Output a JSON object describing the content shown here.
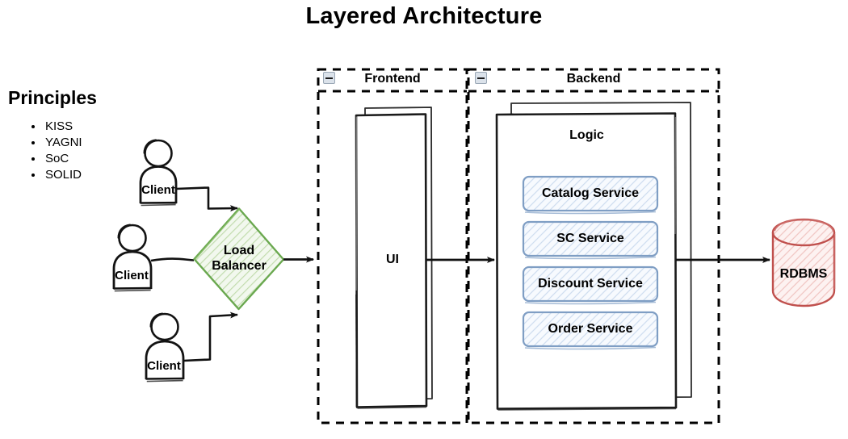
{
  "diagram": {
    "title": "Layered Architecture",
    "type": "architecture-diagram"
  },
  "principles": {
    "heading": "Principles",
    "items": [
      "KISS",
      "YAGNI",
      "SoC",
      "SOLID"
    ]
  },
  "actors": [
    {
      "label": "Client",
      "id": "client-top"
    },
    {
      "label": "Client",
      "id": "client-middle"
    },
    {
      "label": "Client",
      "id": "client-bottom"
    }
  ],
  "load_balancer": {
    "label_line1": "Load",
    "label_line2": "Balancer",
    "shape": "diamond",
    "stroke": "#6aa84f",
    "fill": "#eef7e9"
  },
  "containers": [
    {
      "id": "frontend",
      "title": "Frontend",
      "collapse_icon": "collapse-minus-icon",
      "nodes": [
        {
          "label": "UI",
          "shape": "stacked-rectangle"
        }
      ]
    },
    {
      "id": "backend",
      "title": "Backend",
      "collapse_icon": "collapse-minus-icon",
      "nodes": [
        {
          "label": "Logic",
          "shape": "stacked-rectangle",
          "services": [
            "Catalog Service",
            "SC Service",
            "Discount Service",
            "Order Service"
          ]
        }
      ]
    }
  ],
  "database": {
    "label": "RDBMS",
    "shape": "cylinder",
    "stroke": "#c0504d",
    "fill": "#fbe7e6"
  },
  "colors": {
    "service_stroke": "#7f9ec4",
    "service_fill": "#eef3fb",
    "container_stroke": "#000000",
    "node_stroke": "#1a1a1a",
    "text": "#000000"
  },
  "connections": [
    {
      "from": "client-top",
      "to": "load-balancer",
      "arrow": true
    },
    {
      "from": "client-middle",
      "to": "load-balancer",
      "arrow": false
    },
    {
      "from": "client-bottom",
      "to": "load-balancer",
      "arrow": true
    },
    {
      "from": "load-balancer",
      "to": "ui",
      "arrow": true
    },
    {
      "from": "ui",
      "to": "logic",
      "arrow": true
    },
    {
      "from": "logic",
      "to": "rdbms",
      "arrow": true
    }
  ]
}
